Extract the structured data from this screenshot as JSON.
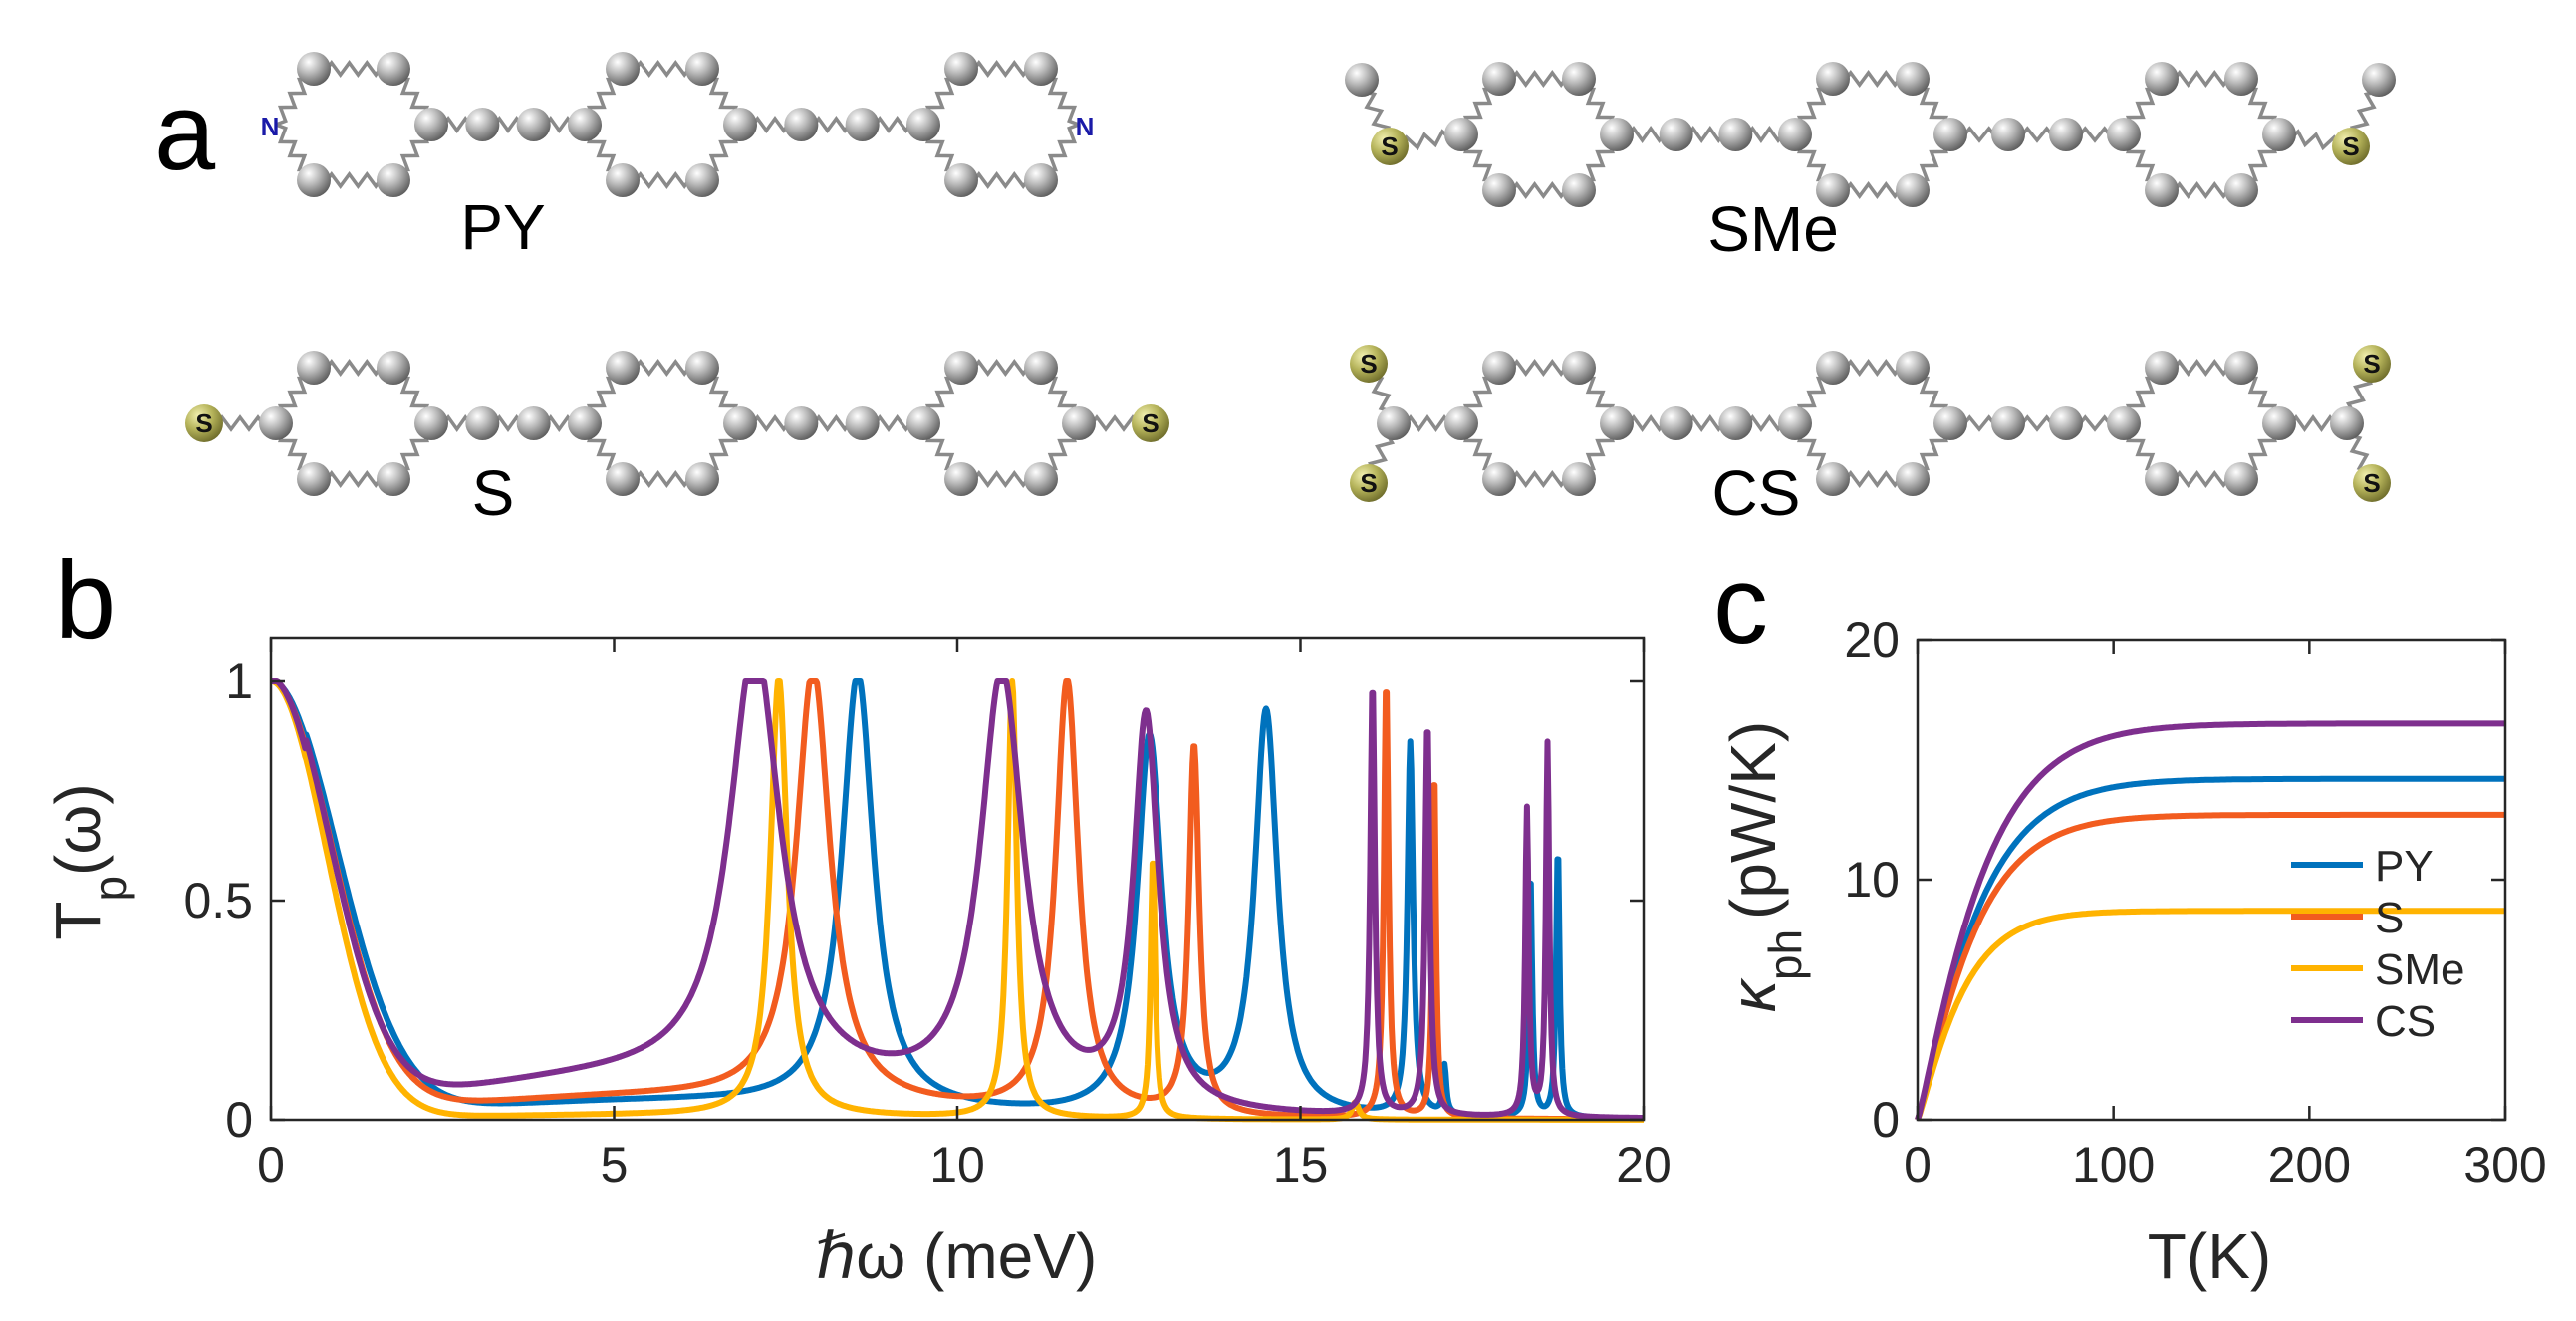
{
  "panels": {
    "a": "a",
    "b": "b",
    "c": "c"
  },
  "molecules": [
    {
      "name": "PY",
      "end_atom": "N",
      "end_style": "pyridine"
    },
    {
      "name": "SMe",
      "end_atom": "S",
      "end_style": "methyl"
    },
    {
      "name": "S",
      "end_atom": "S",
      "end_style": "single"
    },
    {
      "name": "CS",
      "end_atom": "S",
      "end_style": "double"
    }
  ],
  "colors": {
    "PY": "#0072BD",
    "S": "#F25C1F",
    "SMe": "#FFB300",
    "CS": "#7E2F8E",
    "atom": "#9a9a9a",
    "sulfur": "#b5b35a",
    "nitrogen": "#1a1aa8"
  },
  "chart_data": [
    {
      "id": "b",
      "type": "line",
      "xlabel": "ℏω (meV)",
      "ylabel_main": "T",
      "ylabel_sub": "p",
      "ylabel_tail": "(ω)",
      "xlim": [
        0,
        20
      ],
      "ylim": [
        0,
        1.1
      ],
      "xticks": [
        0,
        5,
        10,
        15,
        20
      ],
      "yticks": [
        0,
        0.5,
        1
      ],
      "ytick_labels": [
        "0",
        "0.5",
        "1"
      ],
      "grid": false,
      "series": [
        {
          "name": "PY",
          "base_width": 1.35,
          "floor": 0.04,
          "peaks": [
            [
              8.55,
              0.99,
              0.28
            ],
            [
              12.8,
              0.86,
              0.22
            ],
            [
              14.5,
              0.92,
              0.2
            ],
            [
              16.6,
              0.85,
              0.05
            ],
            [
              17.1,
              0.11,
              0.03
            ],
            [
              18.35,
              0.56,
              0.03
            ],
            [
              18.75,
              0.62,
              0.03
            ]
          ]
        },
        {
          "name": "S",
          "base_width": 1.25,
          "floor": 0.05,
          "peaks": [
            [
              7.9,
              0.99,
              0.3
            ],
            [
              11.6,
              0.99,
              0.2
            ],
            [
              13.45,
              0.84,
              0.09
            ],
            [
              16.25,
              1.0,
              0.04
            ],
            [
              16.95,
              0.8,
              0.03
            ]
          ]
        },
        {
          "name": "SMe",
          "base_width": 1.15,
          "floor": 0.01,
          "peaks": [
            [
              7.4,
              1.0,
              0.15
            ],
            [
              10.8,
              1.0,
              0.08
            ],
            [
              12.85,
              0.6,
              0.04
            ],
            [
              15.8,
              0.04,
              0.06
            ]
          ]
        },
        {
          "name": "CS",
          "base_width": 1.2,
          "floor": 0.09,
          "peaks": [
            [
              7.05,
              0.99,
              0.45
            ],
            [
              10.65,
              0.98,
              0.38
            ],
            [
              12.75,
              0.89,
              0.22
            ],
            [
              16.05,
              0.99,
              0.04
            ],
            [
              16.85,
              0.9,
              0.04
            ],
            [
              18.3,
              0.7,
              0.03
            ],
            [
              18.6,
              0.85,
              0.03
            ]
          ]
        }
      ]
    },
    {
      "id": "c",
      "type": "line",
      "xlabel": "T(K)",
      "ylabel_main": "κ",
      "ylabel_sub": "ph",
      "ylabel_tail": "(pW/K)",
      "xlim": [
        0,
        300
      ],
      "ylim": [
        0,
        20
      ],
      "xticks": [
        0,
        100,
        200,
        300
      ],
      "yticks": [
        0,
        10,
        20
      ],
      "grid": false,
      "legend": "bottom-right",
      "series": [
        {
          "name": "PY",
          "saturation": 14.2,
          "tau": 32
        },
        {
          "name": "S",
          "saturation": 12.7,
          "tau": 30
        },
        {
          "name": "SMe",
          "saturation": 8.7,
          "tau": 24
        },
        {
          "name": "CS",
          "saturation": 16.5,
          "tau": 34
        }
      ]
    }
  ]
}
